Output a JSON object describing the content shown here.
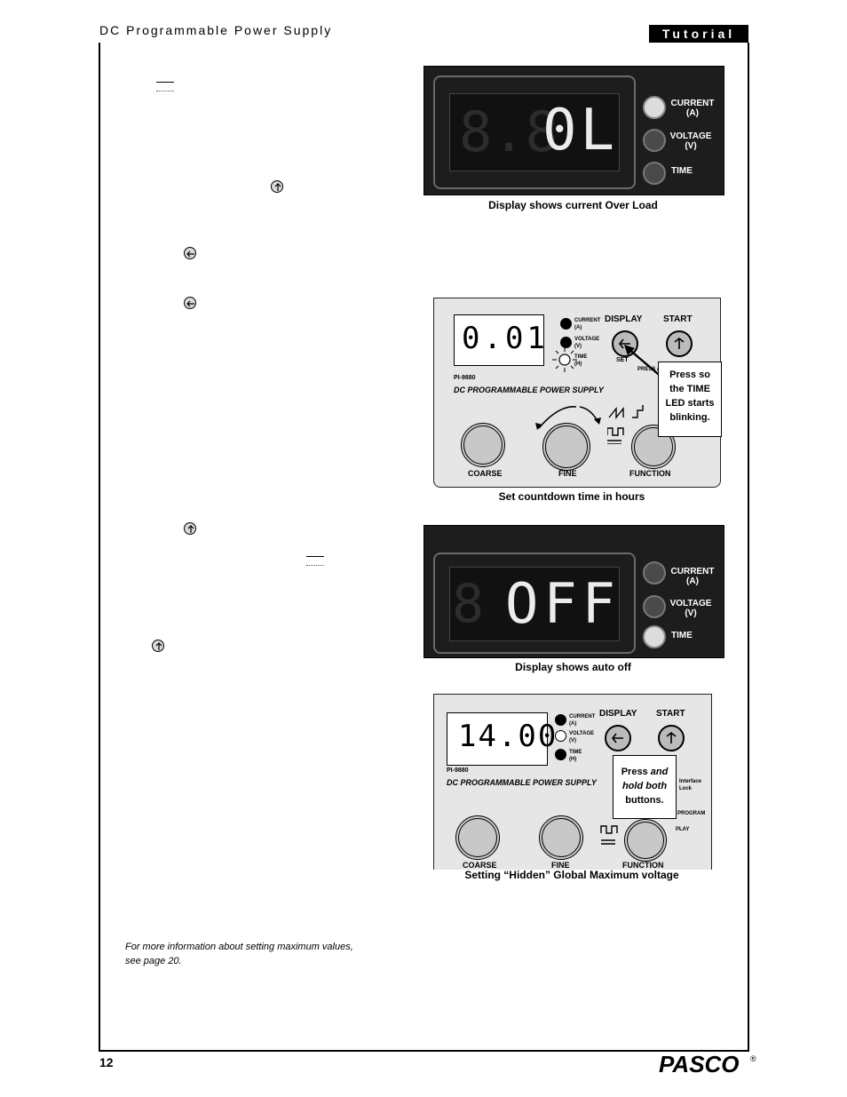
{
  "header": {
    "title": "DC Programmable Power Supply",
    "tab": "Tutorial"
  },
  "footer": {
    "page_number": "12",
    "logo_text": "PASCO",
    "registered_mark": "®"
  },
  "figures": {
    "fig1": {
      "caption": "Display shows current Over Load",
      "display": "0L",
      "leds": [
        "CURRENT",
        "(A)",
        "VOLTAGE",
        "(V)",
        "TIME"
      ]
    },
    "fig2": {
      "caption": "Set countdown time in hours",
      "display": "0.01",
      "led_current": "CURRENT",
      "led_current_unit": "(A)",
      "led_voltage": "VOLTAGE",
      "led_voltage_unit": "(V)",
      "led_time": "TIME",
      "led_time_unit": "(H)",
      "display_label": "DISPLAY",
      "start_label": "START",
      "set_label": "SET",
      "press_label": "PRESS AN",
      "model": "PI-9880",
      "product": "DC PROGRAMMABLE POWER SUPPLY",
      "callout": "Press so the TIME LED starts blinking.",
      "knob_coarse": "COARSE",
      "knob_fine": "FINE",
      "knob_function": "FUNCTION"
    },
    "fig3": {
      "caption": "Display shows auto off",
      "display": "OFF",
      "leds": [
        "CURRENT",
        "(A)",
        "VOLTAGE",
        "(V)",
        "TIME"
      ]
    },
    "fig4": {
      "caption": "Setting “Hidden” Global Maximum voltage",
      "display": "14.00",
      "led_current": "CURRENT",
      "led_current_unit": "(A)",
      "led_voltage": "VOLTAGE",
      "led_voltage_unit": "(V)",
      "led_time": "TIME",
      "led_time_unit": "(H)",
      "display_label": "DISPLAY",
      "start_label": "START",
      "model": "PI-9880",
      "product": "DC PROGRAMMABLE POWER SUPPLY",
      "callout_pre": "Press ",
      "callout_em": "and hold both",
      "callout_post": " buttons.",
      "side_label_1": "Interface",
      "side_label_2": "Lock",
      "side_program": "PROGRAM",
      "side_play": "PLAY",
      "knob_coarse": "COARSE",
      "knob_fine": "FINE",
      "knob_function": "FUNCTION"
    }
  },
  "note": {
    "line1": "For more information about setting maximum values,",
    "line2": "see page 20."
  },
  "icons": [
    "up-arrow-circle-icon",
    "left-arrow-circle-icon",
    "left-arrow-circle-icon",
    "up-arrow-circle-icon",
    "up-arrow-circle-icon"
  ]
}
